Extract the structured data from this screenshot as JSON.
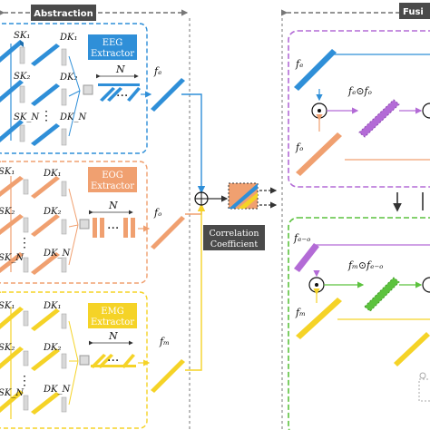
{
  "header": {
    "abstraction": "Abstraction",
    "fusion": "Fusi"
  },
  "extractors": {
    "eeg": {
      "line1": "EEG",
      "line2": "Extractor",
      "color": "#2f8fd8",
      "light": "#8cc6ee"
    },
    "eog": {
      "line1": "EOG",
      "line2": "Extractor",
      "color": "#f0a070",
      "light": "#f8cba8"
    },
    "emg": {
      "line1": "EMG",
      "line2": "Extractor",
      "color": "#f5d327",
      "light": "#fbe88a"
    }
  },
  "labels": {
    "sk1": "SK₁",
    "sk2": "SK₂",
    "skn": "SK_N",
    "dk1": "DK₁",
    "dk2": "DK₂",
    "dkn": "DK_N",
    "n": "N",
    "fe": "fₑ",
    "fo": "fₒ",
    "fm": "fₘ",
    "fe_right": "fₑ",
    "fo_right": "fₒ",
    "fe_odot_fo": "fₑ⊙fₒ",
    "feo": "fₑ₋ₒ",
    "fm_odot_feo": "fₘ⊙fₑ₋ₒ",
    "fm_right": "fₘ"
  },
  "correlation": {
    "line1": "Correlation",
    "line2": "Coefficient"
  },
  "colors": {
    "eeg": "#2f8fd8",
    "eog": "#f0a070",
    "emg": "#f5d327",
    "purple": "#b36bd6",
    "green": "#5cc23e",
    "dark": "#3a3a3a"
  }
}
